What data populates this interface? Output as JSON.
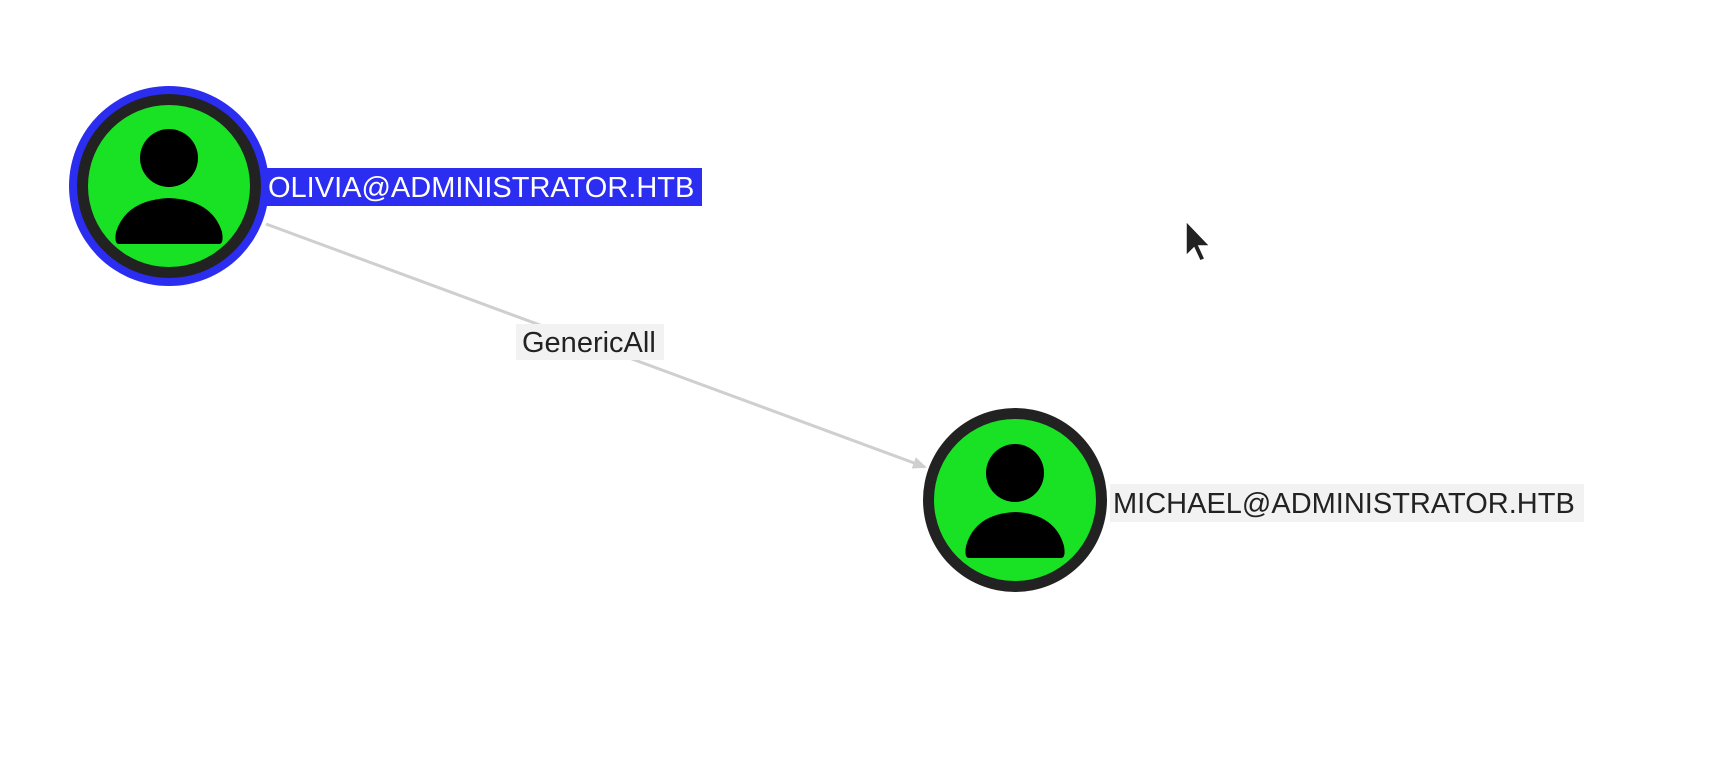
{
  "colors": {
    "node_fill": "#19e225",
    "node_ring": "#222222",
    "selected_ring": "#2b2ef0",
    "selected_label_bg": "#2b2ef0",
    "selected_label_text": "#ffffff",
    "label_bg": "#f2f2f2",
    "label_text": "#222222",
    "edge": "#cfcfcf",
    "icon": "#000000"
  },
  "nodes": [
    {
      "id": "olivia",
      "label": "OLIVIA@ADMINISTRATOR.HTB",
      "type": "user",
      "icon": "user-icon",
      "selected": true
    },
    {
      "id": "michael",
      "label": "MICHAEL@ADMINISTRATOR.HTB",
      "type": "user",
      "icon": "user-icon",
      "selected": false
    }
  ],
  "edges": [
    {
      "from": "olivia",
      "to": "michael",
      "label": "GenericAll"
    }
  ]
}
